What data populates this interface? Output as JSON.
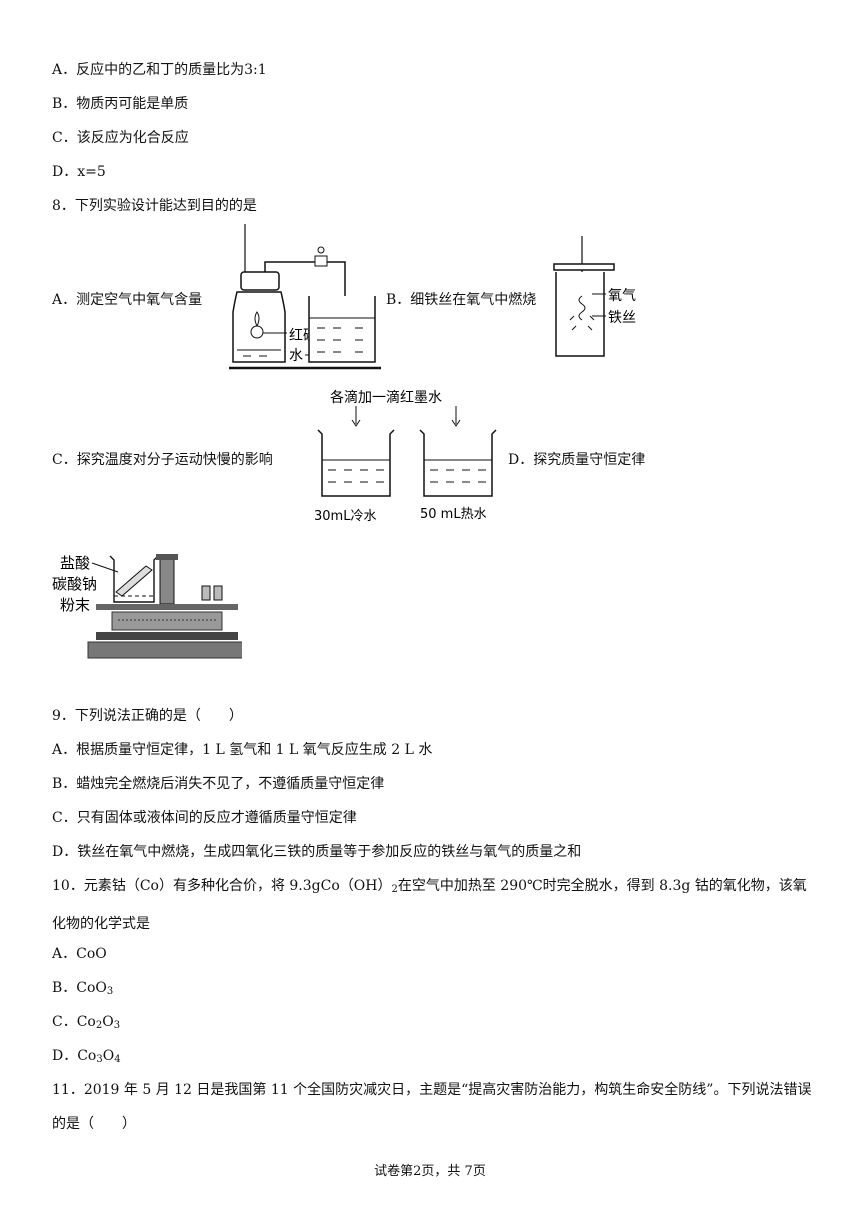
{
  "q7_options": {
    "a": "A．反应中的乙和丁的质量比为3:1",
    "b": "B．物质丙可能是单质",
    "c": "C．该反应为化合反应",
    "d": "D．x=5"
  },
  "q8": {
    "stem": "8．下列实验设计能达到目的的是",
    "a": "A．测定空气中氧气含量",
    "b": "B．细铁丝在氧气中燃烧",
    "c": "C．探究温度对分子运动快慢的影响",
    "d": "D．探究质量守恒定律",
    "fig_a": {
      "red_phosphorus": "红磷",
      "water": "水"
    },
    "fig_b": {
      "oxygen": "氧气",
      "iron_wire": "铁丝"
    },
    "fig_c": {
      "top": "各滴加一滴红墨水",
      "left": "30mL冷水",
      "right": "50 mL热水"
    },
    "fig_d": {
      "acid": "盐酸",
      "carbonate": "碳酸钠",
      "powder": "粉末"
    }
  },
  "q9": {
    "stem": "9．下列说法正确的是（　　）",
    "a": "A．根据质量守恒定律，1 L 氢气和 1 L 氧气反应生成 2 L 水",
    "b": "B．蜡烛完全燃烧后消失不见了，不遵循质量守恒定律",
    "c": "C．只有固体或液体间的反应才遵循质量守恒定律",
    "d": "D．铁丝在氧气中燃烧，生成四氧化三铁的质量等于参加反应的铁丝与氧气的质量之和"
  },
  "q10": {
    "stem_1": "10．元素钴（Co）有多种化合价，将 9.3gCo（OH）",
    "stem_sub": "2",
    "stem_2": "在空气中加热至 290℃时完全脱水，得到 8.3g 钴的氧化物，该氧化物的化学式是",
    "a": "A．CoO",
    "b_pre": "B．CoO",
    "b_sub": "3",
    "c_pre": "C．Co",
    "c_sub1": "2",
    "c_mid": "O",
    "c_sub2": "3",
    "d_pre": "D．Co",
    "d_sub1": "3",
    "d_mid": "O",
    "d_sub2": "4"
  },
  "q11": {
    "stem": "11．2019 年 5 月 12 日是我国第 11 个全国防灾减灾日，主题是“提高灾害防治能力，构筑生命安全防线”。下列说法错误的是（　　）"
  },
  "footer": "试卷第2页，共 7页"
}
